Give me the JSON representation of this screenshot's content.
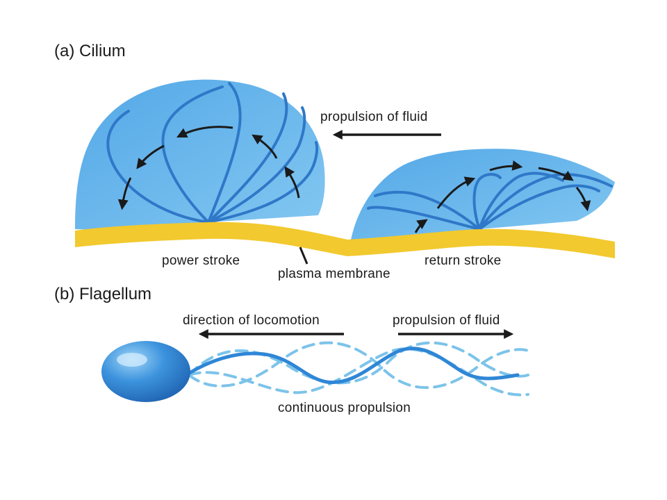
{
  "cilium": {
    "title": "(a) Cilium",
    "propulsion_label": "propulsion of fluid",
    "power_stroke_label": "power stroke",
    "return_stroke_label": "return stroke",
    "membrane_label": "plasma membrane"
  },
  "flagellum": {
    "title": "(b) Flagellum",
    "locomotion_label": "direction of locomotion",
    "propulsion_label": "propulsion of fluid",
    "continuous_label": "continuous propulsion"
  },
  "colors": {
    "cilium_fill": "#5aaee8",
    "cilium_stroke": "#2f78c8",
    "membrane": "#f2c92e",
    "flagellum_body": "#2f86d6",
    "flagellum_dash": "#7cc3ea",
    "arrow": "#1a1a1a"
  }
}
